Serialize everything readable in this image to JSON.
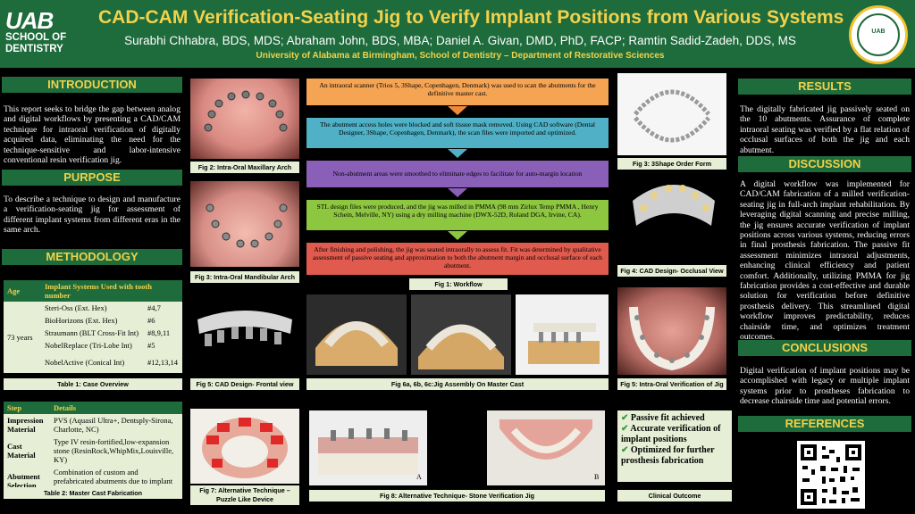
{
  "header": {
    "logo_uab": "UAB",
    "logo_school": "SCHOOL OF",
    "logo_dentistry": "DENTISTRY",
    "title": "CAD-CAM Verification-Seating Jig to Verify Implant Positions from Various Systems",
    "authors": "Surabhi Chhabra, BDS, MDS; Abraham John, BDS, MBA; Daniel A. Givan, DMD, PhD, FACP; Ramtin Sadid-Zadeh, DDS, MS",
    "affiliation": "University of Alabama at Birmingham, School of Dentistry – Department of Restorative Sciences",
    "seal_text": "UAB"
  },
  "introduction": {
    "heading": "INTRODUCTION",
    "text": "This report seeks to bridge the gap between analog and digital workflows by presenting a CAD/CAM technique for intraoral verification of digitally acquired data, eliminating the need for the technique-sensitive and labor-intensive conventional resin verification jig."
  },
  "purpose": {
    "heading": "PURPOSE",
    "text": "To describe a technique to design and manufacture a verification-seating jig for assessment of different implant systems from different eras in the same arch."
  },
  "methodology": {
    "heading": "METHODOLOGY",
    "table1": {
      "headers": [
        "Age",
        "Implant Systems Used with tooth number"
      ],
      "age": "73 years",
      "rows": [
        [
          "Steri-Oss (Ext. Hex)",
          "#4,7"
        ],
        [
          "BioHorizons (Ext. Hex)",
          "#6"
        ],
        [
          "Straumann (BLT Cross-Fit Int)",
          "#8,9,11"
        ],
        [
          "NobelReplace (Tri-Lobe Int)",
          "#5"
        ],
        [
          "NobelActive (Conical Int)",
          "#12,13,14"
        ]
      ],
      "caption": "Table 1: Case Overview"
    },
    "table2": {
      "headers": [
        "Step",
        "Details"
      ],
      "rows": [
        [
          "Impression Material",
          "PVS (Aquasil Ultra+, Dentsply-Sirona, Charlotte, NC)"
        ],
        [
          "Cast Material",
          "Type IV resin-fortified,low-expansion stone (ResinRock,WhipMix,Louisville, KY)"
        ],
        [
          "Abutment Selection",
          "Combination of custom and prefabricated abutments due to implant variety"
        ]
      ],
      "caption": "Table 2: Master Cast Fabrication"
    }
  },
  "figures": {
    "fig2": "Fig 2: Intra-Oral Maxillary Arch",
    "fig3a": "Fig 3: Intra-Oral Mandibular Arch",
    "fig5a": "Fig 5: CAD Design- Frontal view",
    "fig7": "Fig 7: Alternative Technique – Puzzle Like Device",
    "fig6": "Fig 6a, 6b, 6c:Jig Assembly On Master Cast",
    "fig8": "Fig 8: Alternative Technique- Stone Verification Jig",
    "fig8_a": "A",
    "fig8_b": "B",
    "fig3b": "Fig 3: 3Shape Order Form",
    "fig4": "Fig 4: CAD Design- Occlusal View",
    "fig5b": "Fig 5: Intra-Oral Verification of Jig",
    "fig1": "Fig 1: Workflow",
    "clinical": "Clinical Outcome"
  },
  "workflow": {
    "steps": [
      "An intraoral scanner (Trios 5, 3Shape, Copenhagen, Denmark) was used to scan the abutments for the definitive master cast.",
      "The abutment access holes were blocked and soft tissue mask removed.  Using CAD software (Dental Designer, 3Shape, Copenhagen, Denmark), the scan files were imported and optimized.",
      "Non-abutment areas were smoothed to eliminate edges to facilitate for auto-margin location",
      "STL design files were produced, and the jig was milled in PMMA (98 mm Zirlux Temp PMMA , Henry Schein, Melville, NY) using a dry milling machine (DWX-52D, Roland DGA, Irvine, CA).",
      "After finishing and polishing, the jig was seated intraorally to assess fit.  Fit was determined by qualitative assessment of passive seating and approximation to both the abutment margin and occlusal surface of each abutment."
    ],
    "colors": [
      "#f5a454",
      "#4fb0c6",
      "#8a5fb8",
      "#8dc63f",
      "#e05a4e"
    ]
  },
  "outcomes": {
    "items": [
      "Passive fit achieved",
      "Accurate verification of implant positions",
      "Optimized for further prosthesis fabrication"
    ]
  },
  "results": {
    "heading": "RESULTS",
    "text": "The digitally fabricated jig passively seated on the 10 abutments. Assurance of complete intraoral seating was verified by a flat relation of occlusal surfaces of both the jig and each abutment."
  },
  "discussion": {
    "heading": "DISCUSSION",
    "text": "A digital workflow was implemented for CAD/CAM fabrication of a milled verification-seating jig in full-arch implant rehabilitation. By leveraging digital scanning and precise milling, the jig ensures accurate verification of implant positions across various systems, reducing errors in final prosthesis fabrication. The passive fit assessment minimizes intraoral adjustments, enhancing clinical efficiency and patient comfort. Additionally, utilizing PMMA for jig fabrication provides a cost-effective and durable solution for verification before definitive prosthesis delivery. This streamlined digital workflow improves predictability, reduces chairside time, and optimizes treatment outcomes."
  },
  "conclusions": {
    "heading": "CONCLUSIONS",
    "text": "Digital verification of implant positions may be accomplished with legacy or multiple implant systems prior to prostheses fabrication to decrease chairside time and potential errors."
  },
  "references": {
    "heading": "REFERENCES"
  }
}
